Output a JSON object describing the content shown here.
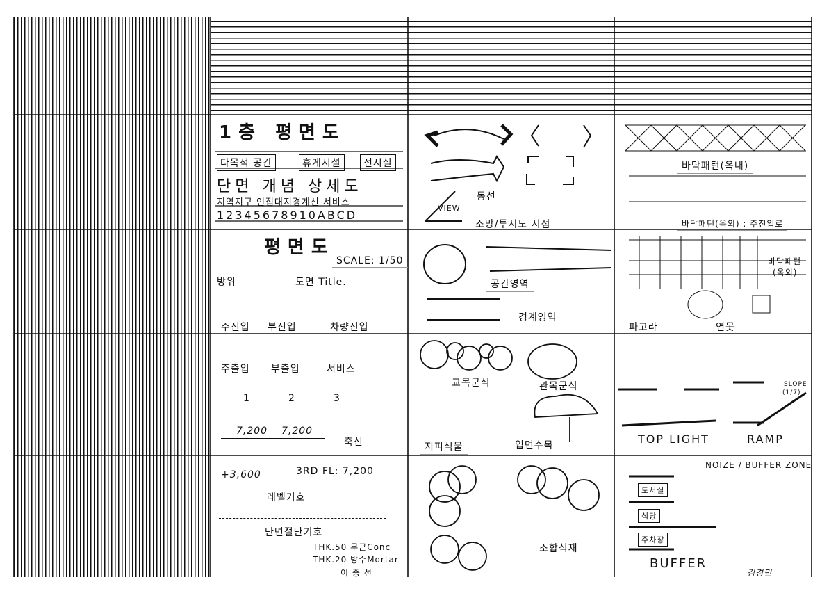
{
  "sheet": {
    "legend_1f_plan": {
      "title": "1층 평면도",
      "room_labels": [
        "다목적 공간",
        "휴게시설",
        "전시실"
      ],
      "section_title": "단면 개념 상세도",
      "zoning_text": "지역지구  인접대지경계선  서비스",
      "numerals": "12345678910ABCD"
    },
    "drawing_title": {
      "title": "평면도",
      "scale": "SCALE: 1/50",
      "north_label": "방위",
      "drawing_title_label": "도면 Title.",
      "entries": [
        "주진입",
        "부진입",
        "차량진입"
      ]
    },
    "entrance_axis": {
      "entrances": [
        "주출입",
        "부출입",
        "서비스"
      ],
      "axis_numbers": [
        "1",
        "2",
        "3"
      ],
      "dimensions": [
        "7,200",
        "7,200"
      ],
      "axis_label": "축선"
    },
    "level_section": {
      "level_mark": "+3,600",
      "floor_level": "3RD  FL: 7,200",
      "level_symbol_label": "레벨기호",
      "section_cut_label": "단면절단기호",
      "layer_1": "THK.50 무근Conc",
      "layer_2": "THK.20 방수Mortar",
      "double_line": "이 중 선"
    },
    "circulation": {
      "circulation_label": "동선",
      "view_label": "VIEW",
      "viewpoint_label": "조망/투시도 시점",
      "space_area_label": "공간영역",
      "boundary_area_label": "경계영역"
    },
    "planting": {
      "tree_group": "교목군식",
      "shrub_group": "관목군식",
      "ground_cover": "지피식물",
      "elevation_tree": "입면수목",
      "combined_planting": "조합식재"
    },
    "paving": {
      "indoor_pattern": "바닥패턴(옥내)",
      "outdoor_pattern_road": "바닥패턴(옥외) : 주진입로",
      "outdoor_pattern": "바닥패턴",
      "outdoor_pattern_sub": "(옥외)",
      "pergola": "파고라",
      "pond": "연못"
    },
    "sections": {
      "top_light": "TOP LIGHT",
      "ramp": "RAMP",
      "slope": "SLOPE",
      "slope_value": "(1/7)",
      "noise_zone": "NOIZE / BUFFER ZONE",
      "rooms": [
        "도서실",
        "식당",
        "주차장"
      ],
      "buffer": "BUFFER",
      "signature": "김경민"
    }
  }
}
